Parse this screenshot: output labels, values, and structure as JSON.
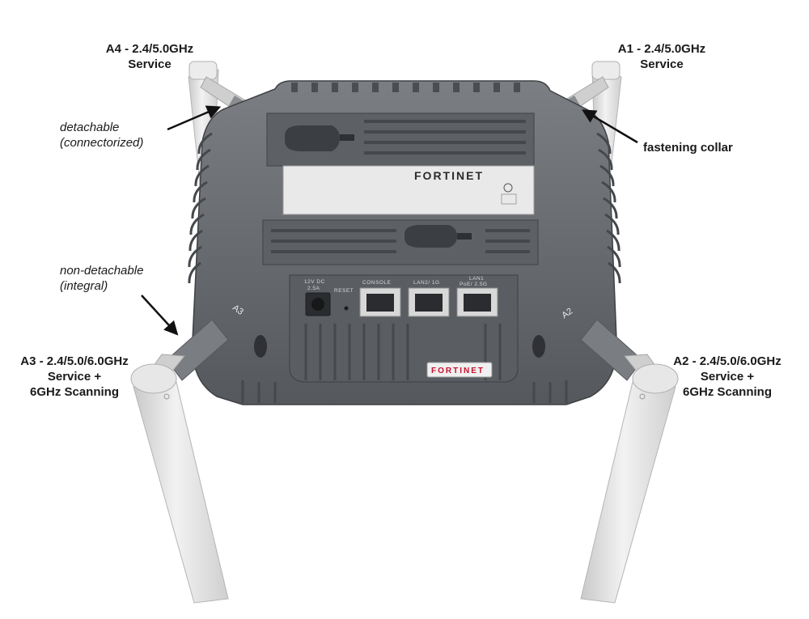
{
  "labels": {
    "a4": {
      "line1": "A4 - 2.4/5.0GHz",
      "line2": "Service"
    },
    "a1": {
      "line1": "A1 - 2.4/5.0GHz",
      "line2": "Service"
    },
    "a3": {
      "line1": "A3 - 2.4/5.0/6.0GHz",
      "line2": "Service +",
      "line3": "6GHz Scanning"
    },
    "a2": {
      "line1": "A2 - 2.4/5.0/6.0GHz",
      "line2": "Service +",
      "line3": "6GHz Scanning"
    },
    "detachable": {
      "line1": "detachable",
      "line2": "(connectorized)"
    },
    "non_detachable": {
      "line1": "non-detachable",
      "line2": "(integral)"
    },
    "collar": "fastening collar"
  },
  "device": {
    "brand": "FORTINET",
    "ports": {
      "dc": "12V DC",
      "dc_rating": "2.5A",
      "reset": "RESET",
      "console": "CONSOLE",
      "lan2": "LAN2/ 1G",
      "lan1": "LAN1",
      "lan1_sub": "PoE/ 2.5G"
    },
    "antenna_tags": {
      "a3": "A3",
      "a2": "A2"
    }
  },
  "colors": {
    "housing": "#6b6e72",
    "housing_dark": "#4e5155",
    "antenna": "#e4e4e4",
    "label_plate": "#e8e8e8",
    "text": "#1a1a1a"
  }
}
